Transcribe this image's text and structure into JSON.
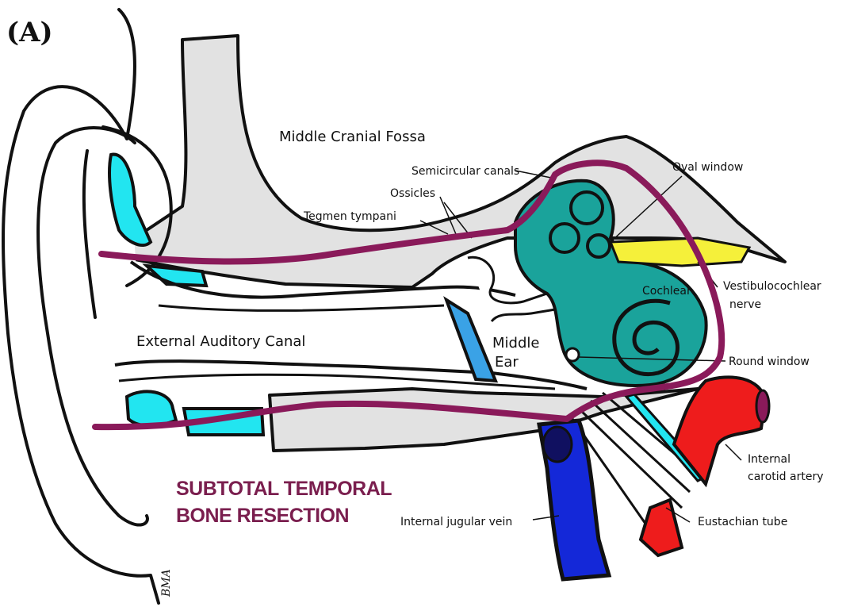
{
  "panel_label": "(A)",
  "labels": {
    "middle_cranial_fossa": "Middle Cranial Fossa",
    "semicircular_canals": "Semicircular canals",
    "oval_window": "Oval window",
    "ossicles": "Ossicles",
    "tegmen_tympani": "Tegmen tympani",
    "cochlear": "Cochlear",
    "vestibulocochlear_1": "Vestibulocochlear",
    "vestibulocochlear_2": "nerve",
    "external_auditory_canal": "External Auditory Canal",
    "middle_ear_1": "Middle",
    "middle_ear_2": "Ear",
    "round_window": "Round window",
    "internal_carotid_1": "Internal",
    "internal_carotid_2": "carotid artery",
    "internal_jugular_vein": "Internal jugular vein",
    "eustachian_tube": "Eustachian tube"
  },
  "resection_title": {
    "line1": "SUBTOTAL TEMPORAL",
    "line2": "BONE RESECTION"
  },
  "signature": "BMA",
  "colors": {
    "cartilage": "#22e5f0",
    "cochlea": "#1aa39b",
    "resection_line": "#8a1a5a",
    "nerve": "#f5f03a",
    "artery": "#ee1c1c",
    "vein": "#1428d8",
    "middle_ear": "#3aa2e6",
    "bone": "#e2e2e2"
  }
}
